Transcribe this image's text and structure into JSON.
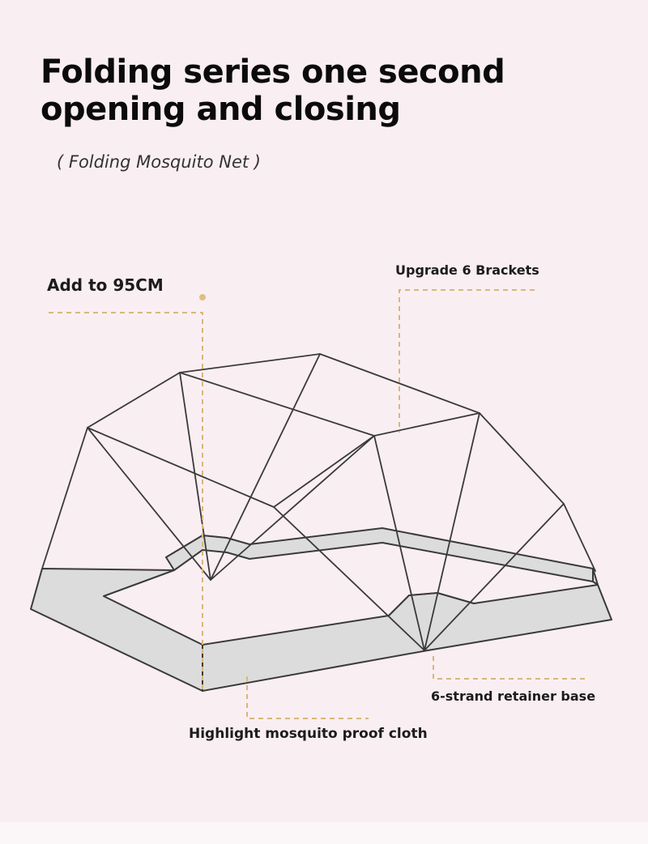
{
  "header": {
    "title_line1": "Folding series one second",
    "title_line2": "opening and closing",
    "subtitle": "( Folding Mosquito Net )"
  },
  "callouts": {
    "height": "Add to 95CM",
    "brackets": "Upgrade 6 Brackets",
    "base": "6-strand retainer base",
    "cloth": "Highlight mosquito proof cloth"
  },
  "colors": {
    "background": "#f9eef2",
    "frame_line": "#3a3a3a",
    "base_fill": "#dcdcdc",
    "leader_line": "#d9b77a"
  }
}
